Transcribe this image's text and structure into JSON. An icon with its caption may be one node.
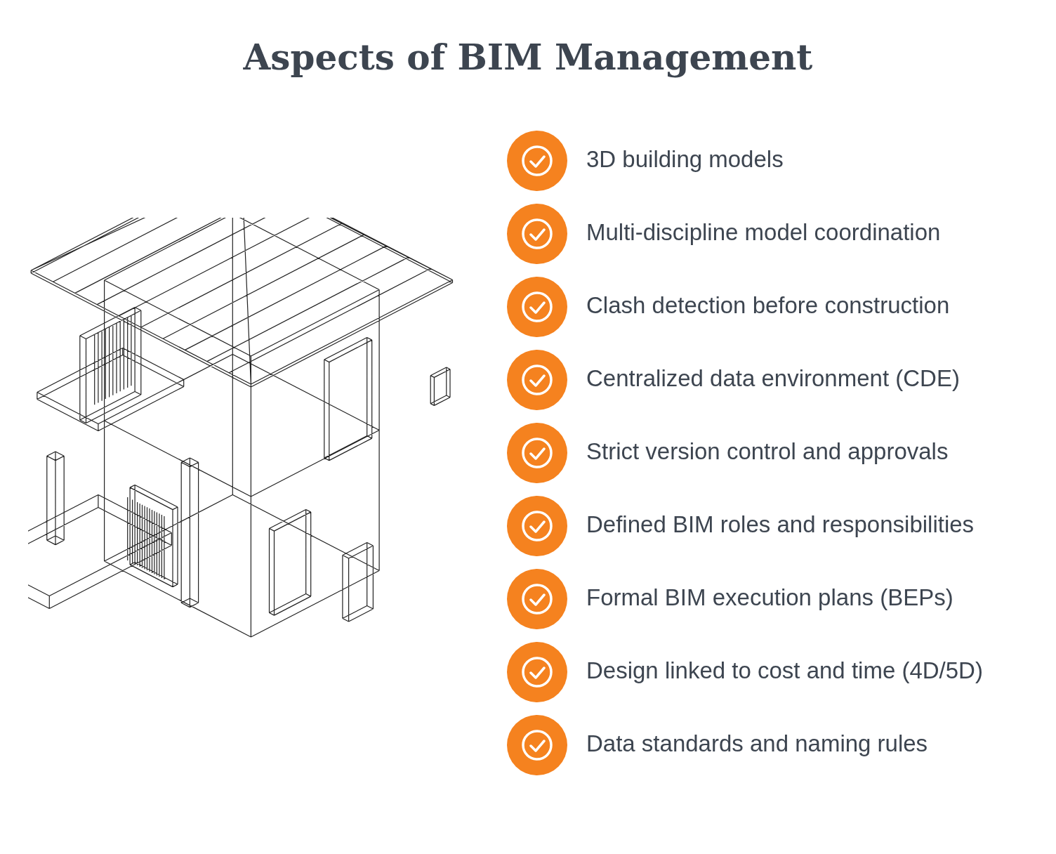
{
  "diagram": {
    "title": "Aspects of BIM Management",
    "labels": [
      "3D building models",
      "Multi-discipline model coordination",
      "Clash detection before construction",
      "Centralized data environment (CDE)",
      "Strict version control and approvals",
      "Defined BIM roles and responsibilities",
      "Formal BIM execution plans (BEPs)",
      "Design linked to cost and time (4D/5D)",
      "Data standards and naming rules"
    ]
  }
}
